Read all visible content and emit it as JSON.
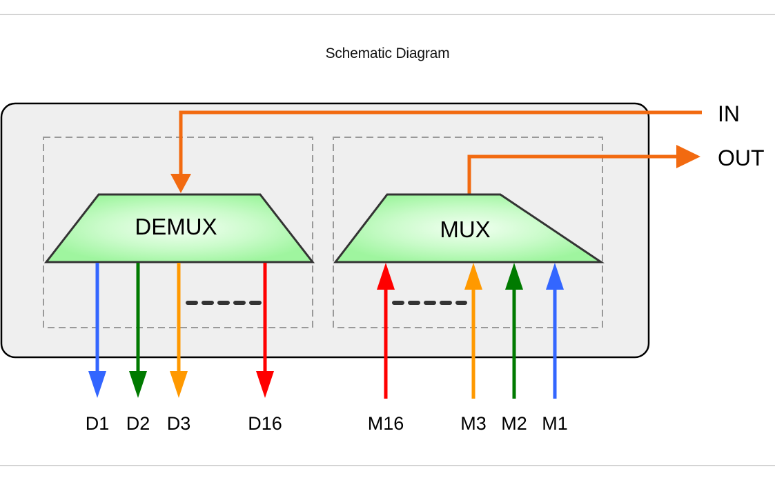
{
  "title": "Schematic Diagram",
  "colors": {
    "signal": "#f26a10",
    "blue": "#3366ff",
    "green": "#007a00",
    "orange": "#ff9900",
    "red": "#ff0000",
    "block_fill": "#a2f7a2",
    "panel_fill": "#efefef"
  },
  "blocks": {
    "demux": {
      "label": "DEMUX"
    },
    "mux": {
      "label": "MUX"
    }
  },
  "ports": {
    "in": {
      "label": "IN"
    },
    "out": {
      "label": "OUT"
    }
  },
  "demux_outputs": [
    {
      "label": "D1",
      "color": "#3366ff"
    },
    {
      "label": "D2",
      "color": "#007a00"
    },
    {
      "label": "D3",
      "color": "#ff9900"
    },
    {
      "label": "D16",
      "color": "#ff0000"
    }
  ],
  "mux_inputs": [
    {
      "label": "M16",
      "color": "#ff0000"
    },
    {
      "label": "M3",
      "color": "#ff9900"
    },
    {
      "label": "M2",
      "color": "#007a00"
    },
    {
      "label": "M1",
      "color": "#3366ff"
    }
  ]
}
